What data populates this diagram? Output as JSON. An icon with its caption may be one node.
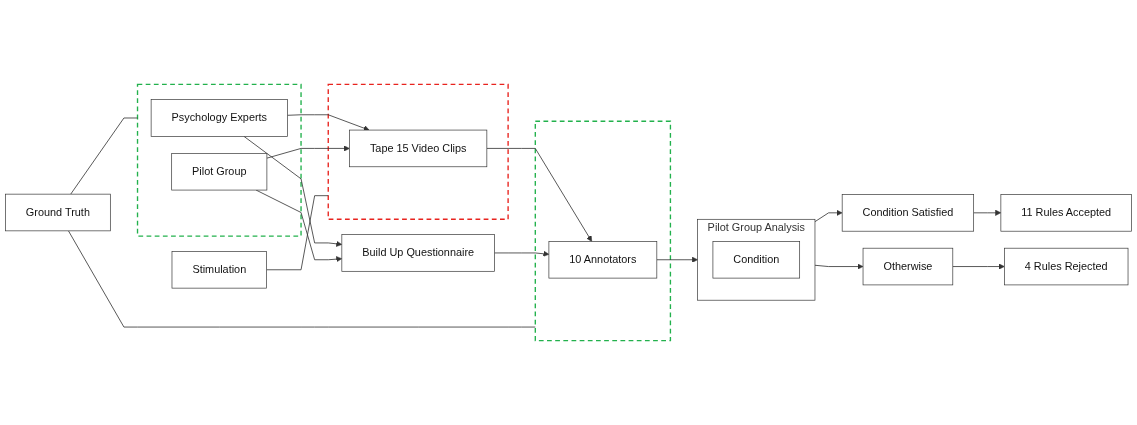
{
  "diagram": {
    "nodes": [
      {
        "text": [
          "Ground Truth"
        ]
      },
      {
        "text": [],
        "shape": "box"
      },
      {
        "text": [
          "Psychology Experts"
        ],
        "in": 1
      },
      {
        "text": [
          "Pilot Group"
        ],
        "in": 1
      },
      {
        "text": [
          "Stimulation"
        ]
      },
      {
        "text": [],
        "shape": "box"
      },
      {
        "text": [
          "Tape 15 Video Clips"
        ],
        "in": 5
      },
      {
        "text": [
          "Build Up Questionnaire"
        ]
      },
      {
        "text": [],
        "shape": "box"
      },
      {
        "text": [
          "10 Annotators"
        ],
        "in": 8
      },
      {
        "text": [
          "Pilot Group Analysis"
        ]
      },
      {
        "text": [
          "Condition"
        ],
        "in": 10
      },
      {
        "text": [
          "Condition Satisfied"
        ]
      },
      {
        "text": [
          "Otherwise"
        ]
      },
      {
        "text": [
          "11 Rules Accepted"
        ]
      },
      {
        "text": [
          "4 Rules Rejected"
        ]
      }
    ],
    "edges": [
      {
        "from": 0,
        "to": 1,
        "arrow": "none"
      },
      {
        "from": 0,
        "to": 8,
        "arrow": "none"
      },
      {
        "from": 4,
        "to": 5,
        "arrow": "none"
      },
      {
        "from": 2,
        "to": 6,
        "arrow": "to"
      },
      {
        "from": 2,
        "to": 7,
        "arrow": "to"
      },
      {
        "from": 3,
        "to": 6,
        "arrow": "to"
      },
      {
        "from": 3,
        "to": 7,
        "arrow": "to"
      },
      {
        "from": 6,
        "to": 9,
        "arrow": "to"
      },
      {
        "from": 7,
        "to": 9,
        "arrow": "to"
      },
      {
        "from": 9,
        "to": 10,
        "arrow": "to"
      },
      {
        "from": 10,
        "to": 12,
        "arrow": "to"
      },
      {
        "from": 10,
        "to": 13,
        "arrow": "to"
      },
      {
        "from": 12,
        "to": 14,
        "arrow": "to"
      },
      {
        "from": 13,
        "to": 15,
        "arrow": "to"
      }
    ]
  }
}
